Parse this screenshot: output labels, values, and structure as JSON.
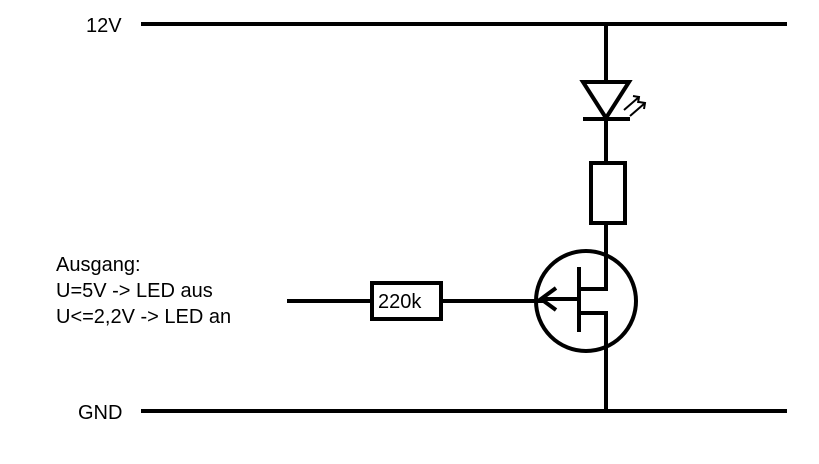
{
  "rails": {
    "supply_label": "12V",
    "ground_label": "GND"
  },
  "input": {
    "lines": [
      "Ausgang:",
      "U=5V -> LED aus",
      "U<=2,2V -> LED an"
    ]
  },
  "resistor_gate": {
    "label": "220k"
  },
  "colors": {
    "ink": "#000000",
    "background": "#ffffff"
  }
}
